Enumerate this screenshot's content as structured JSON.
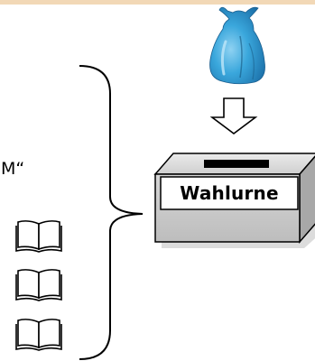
{
  "header": {
    "accent_color": "#f2d8b6"
  },
  "left_text": {
    "fragment": "M“"
  },
  "books": {
    "icon": "book-icon",
    "count": 3
  },
  "bag": {
    "icon": "trash-bag-icon",
    "color": "#38a8dc"
  },
  "arrow": {
    "icon": "down-arrow-icon"
  },
  "urn": {
    "label": "Wahlurne",
    "color": "#cfcfcf"
  }
}
